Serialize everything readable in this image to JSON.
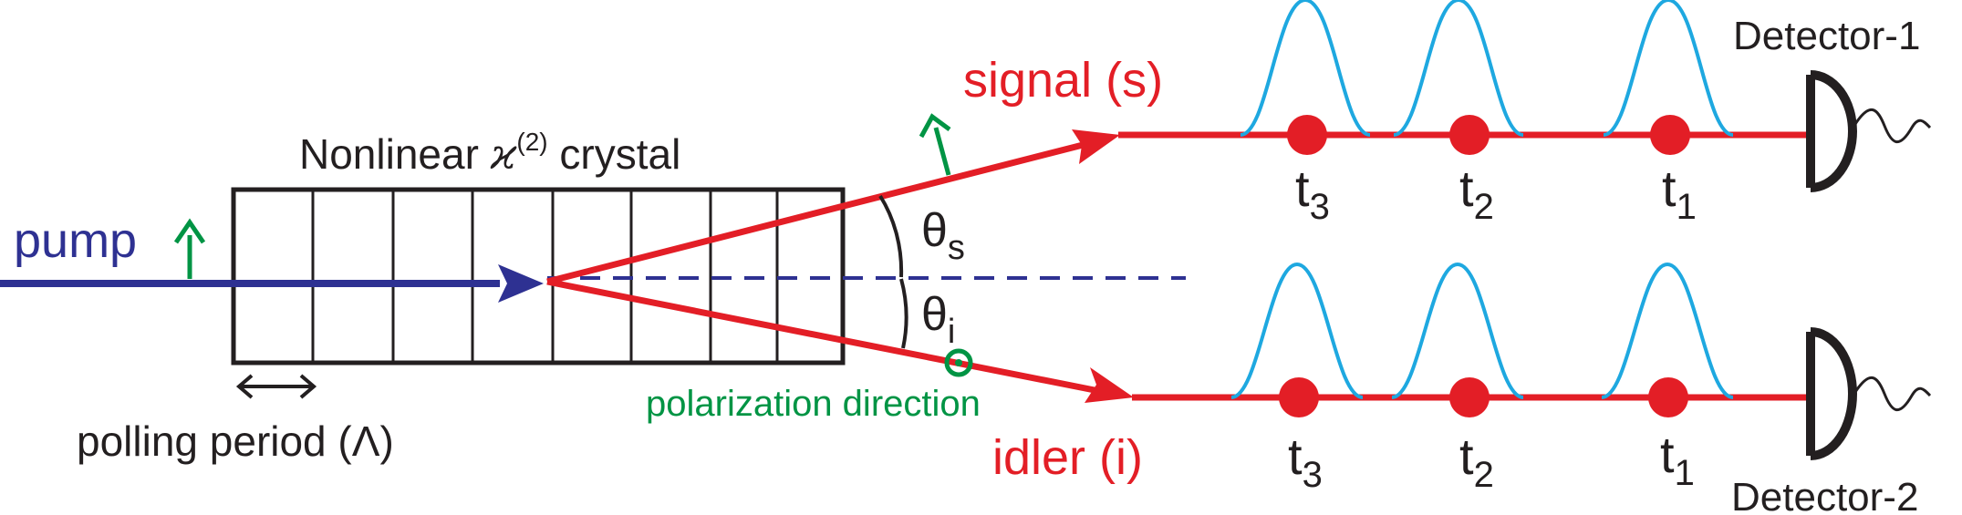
{
  "labels": {
    "crystal_title_pre": "Nonlinear ",
    "crystal_title_symbol": "ϰ",
    "crystal_title_superscript": "(2)",
    "crystal_title_post": " crystal",
    "pump": "pump",
    "polling_period": "polling period (Λ)",
    "signal": "signal (s)",
    "idler": "idler (i)",
    "theta_s_main": "θ",
    "theta_s_sub": "s",
    "theta_i_main": "θ",
    "theta_i_sub": "i",
    "polarization_direction": "polarization direction",
    "detector_1": "Detector-1",
    "detector_2": "Detector-2"
  },
  "time_labels": {
    "signal": [
      {
        "main": "t",
        "sub": "3"
      },
      {
        "main": "t",
        "sub": "2"
      },
      {
        "main": "t",
        "sub": "1"
      }
    ],
    "idler": [
      {
        "main": "t",
        "sub": "3"
      },
      {
        "main": "t",
        "sub": "2"
      },
      {
        "main": "t",
        "sub": "1"
      }
    ]
  },
  "colors": {
    "beam": "#e31e26",
    "pump": "#2e3192",
    "pulse": "#1ea8e0",
    "polarization": "#009444",
    "outline": "#231f20"
  }
}
